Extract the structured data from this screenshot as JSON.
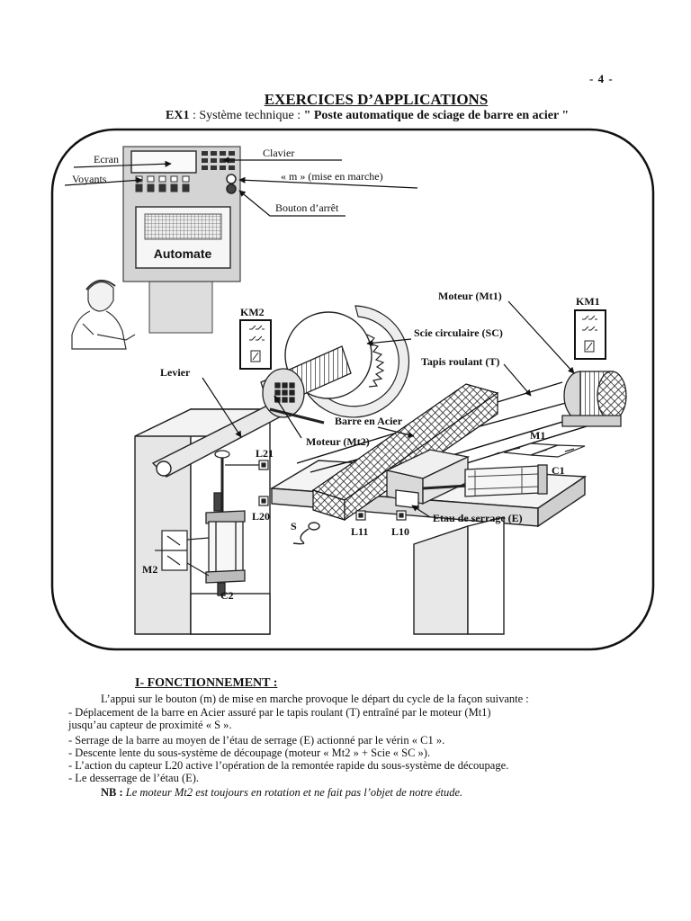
{
  "page_mark": "- 4 -",
  "title": "EXERCICES D’APPLICATIONS",
  "subtitle": {
    "prefix": "EX1",
    "middle": " : Système technique : ",
    "system": "\" Poste automatique de sciage de barre en acier \""
  },
  "diagram_labels": {
    "ecran": "Ecran",
    "voyants": "Voyants",
    "clavier": "Clavier",
    "marche": "« m » (mise en marche)",
    "arret": "Bouton d’arrêt",
    "automate": "Automate",
    "km2": "KM2",
    "km1": "KM1",
    "moteur_mt1": "Moteur (Mt1)",
    "scie": "Scie circulaire (SC)",
    "tapis": "Tapis roulant (T)",
    "levier": "Levier",
    "barre": "Barre en Acier",
    "moteur_mt2": "Moteur (Mt2)",
    "m1": "M1",
    "c1": "C1",
    "l21": "L21",
    "l20": "L20",
    "s": "S",
    "l11": "L11",
    "l10": "L10",
    "etau": "Etau de serrage (E)",
    "m2": "M2",
    "c2": "C2"
  },
  "section": {
    "heading": "I- FONCTIONNEMENT :",
    "intro": "L’appui sur le bouton (m) de mise en marche provoque le départ du cycle de la façon suivante :",
    "steps": [
      "-  Déplacement de la barre en Acier assuré par le tapis roulant (T) entraîné par le moteur (Mt1)",
      "    jusqu’au capteur de proximité  « S ».",
      "-  Serrage de la barre au moyen de l’étau  de serrage (E) actionné par le vérin « C1 ».",
      "-  Descente lente du sous-système de découpage (moteur « Mt2 »  +  Scie « SC »).",
      "-  L’action du capteur L20 active l’opération de la remontée rapide du sous-système de découpage.",
      "-  Le desserrage de l’étau (E)."
    ],
    "nb_label": "NB :",
    "nb_text": " Le moteur Mt2 est toujours en rotation et ne fait pas l’objet de notre étude."
  }
}
